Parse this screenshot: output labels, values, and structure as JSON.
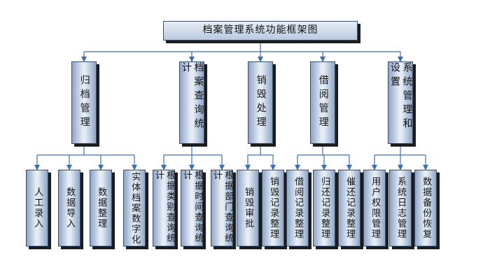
{
  "title": "档案管理系统功能框架图",
  "modules": [
    {
      "label": "归档管理",
      "items": [
        "人工录入",
        "数据导入",
        "数据整理",
        "实体档案数字化"
      ]
    },
    {
      "label": "档案查询统计",
      "items": [
        "根据类别查询统计",
        "根据时间查询统计",
        "根据部门查询统计"
      ]
    },
    {
      "label": "销毁处理",
      "items": [
        "销毁审批",
        "销毁记录整理"
      ]
    },
    {
      "label": "借阅管理",
      "items": [
        "借阅记录整理",
        "归还记录整理",
        "催还记录整理"
      ]
    },
    {
      "label": "系统管理和设置",
      "items": [
        "用户权限管理",
        "系统日志管理",
        "数据备份恢复"
      ]
    }
  ]
}
